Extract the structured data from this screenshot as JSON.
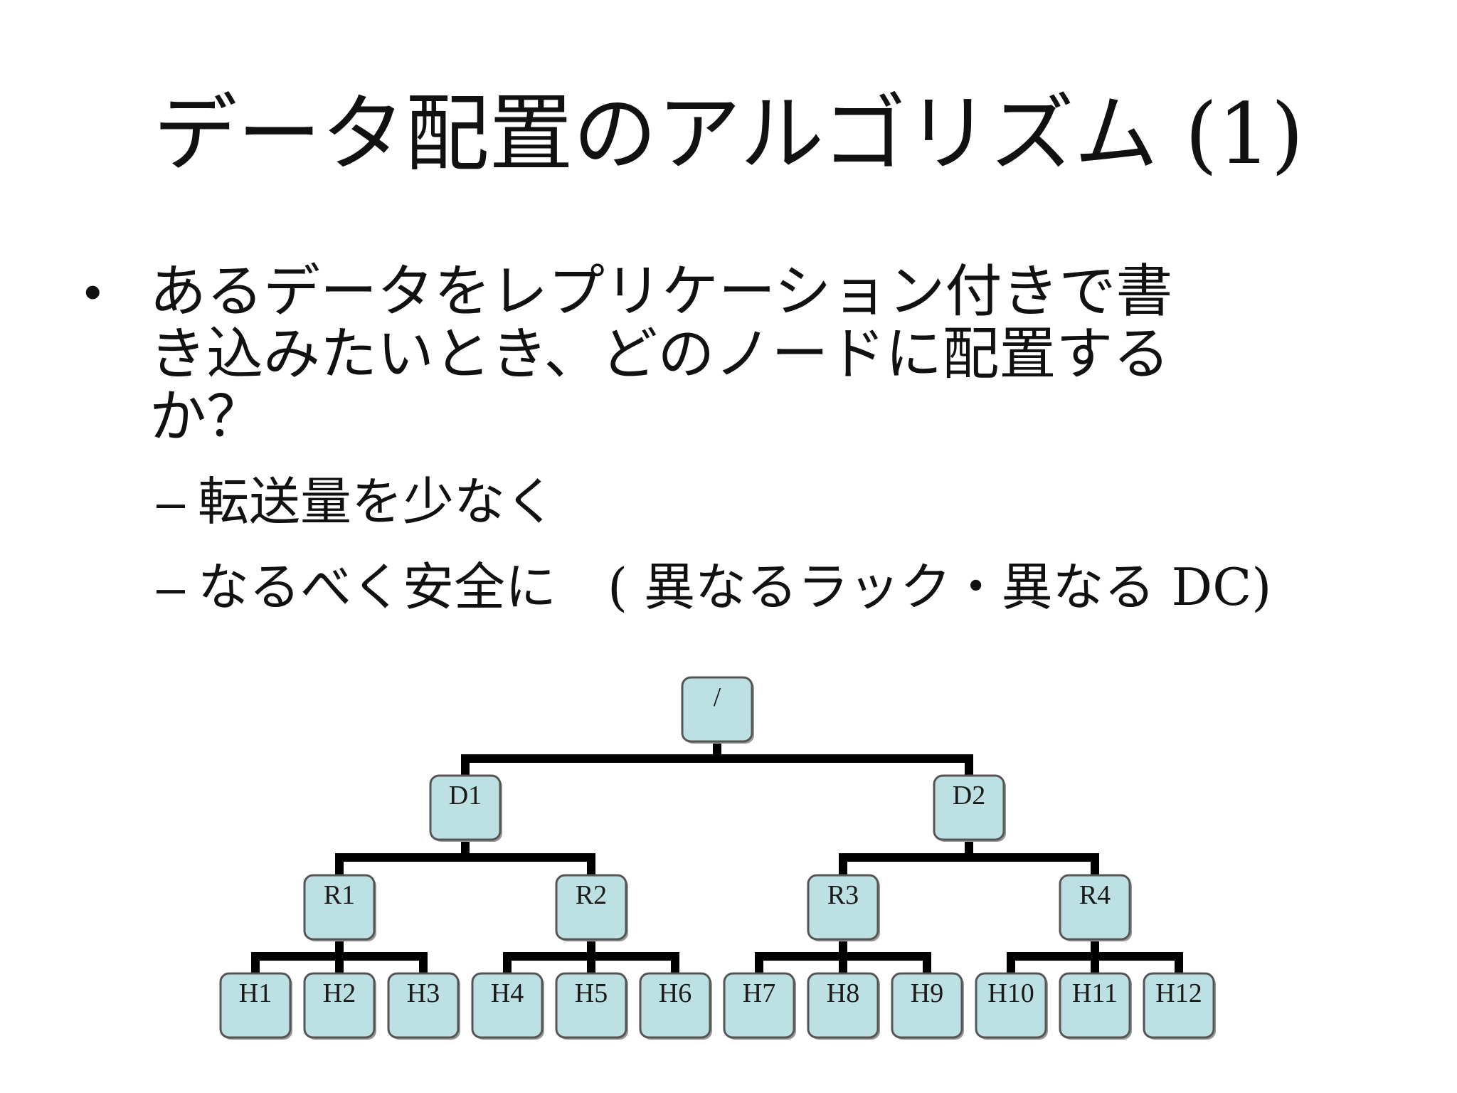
{
  "slide": {
    "title": "データ配置のアルゴリズム (1)",
    "bullet": {
      "text": "あるデータをレプリケーション付きで書\nき込みたいとき、どのノードに配置する\nか？",
      "subbullets": [
        {
          "dash": "–",
          "text": "転送量を少なく"
        },
        {
          "dash": "–",
          "text": "なるべく安全に　( 異なるラック・異なる DC)"
        }
      ]
    }
  },
  "tree": {
    "root": "/",
    "datacenters": [
      "D1",
      "D2"
    ],
    "racks": [
      "R1",
      "R2",
      "R3",
      "R4"
    ],
    "hosts": [
      "H1",
      "H2",
      "H3",
      "H4",
      "H5",
      "H6",
      "H7",
      "H8",
      "H9",
      "H10",
      "H11",
      "H12"
    ],
    "colors": {
      "node_fill": "#bde0e3",
      "node_stroke": "#555555",
      "edge": "#000000"
    }
  }
}
